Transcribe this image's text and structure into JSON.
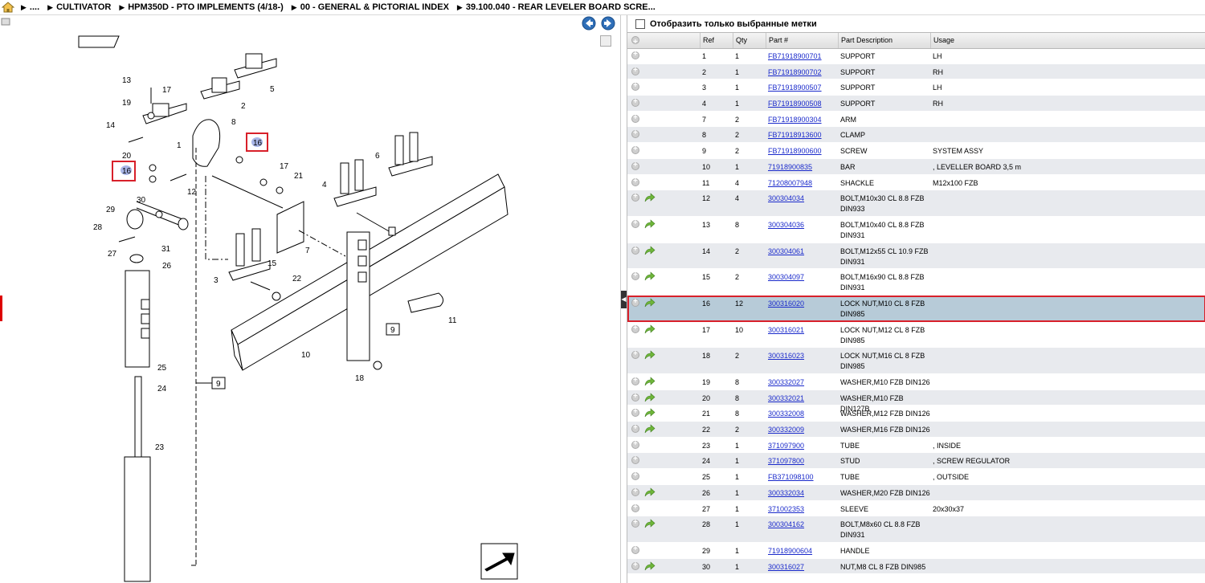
{
  "breadcrumb": {
    "items": [
      "....",
      "CULTIVATOR",
      "HPM350D - PTO IMPLEMENTS (4/18-)",
      "00 - GENERAL & PICTORIAL INDEX",
      "39.100.040 - REAR LEVELER BOARD SCRE..."
    ]
  },
  "filter": {
    "label": "Отобразить только выбранные метки"
  },
  "table": {
    "headers": {
      "ref": "Ref",
      "qty": "Qty",
      "part": "Part #",
      "desc": "Part Description",
      "usage": "Usage"
    },
    "rows": [
      {
        "ref": "1",
        "qty": "1",
        "part": "FB71918900701",
        "desc": "SUPPORT",
        "usage": "LH",
        "arrow": false
      },
      {
        "ref": "2",
        "qty": "1",
        "part": "FB71918900702",
        "desc": "SUPPORT",
        "usage": "RH",
        "arrow": false
      },
      {
        "ref": "3",
        "qty": "1",
        "part": "FB71918900507",
        "desc": "SUPPORT",
        "usage": "LH",
        "arrow": false
      },
      {
        "ref": "4",
        "qty": "1",
        "part": "FB71918900508",
        "desc": "SUPPORT",
        "usage": "RH",
        "arrow": false
      },
      {
        "ref": "7",
        "qty": "2",
        "part": "FB71918900304",
        "desc": "ARM",
        "usage": "",
        "arrow": false
      },
      {
        "ref": "8",
        "qty": "2",
        "part": "FB71918913600",
        "desc": "CLAMP",
        "usage": "",
        "arrow": false
      },
      {
        "ref": "9",
        "qty": "2",
        "part": "FB71918900600",
        "desc": "SCREW",
        "usage": "SYSTEM ASSY",
        "arrow": false
      },
      {
        "ref": "10",
        "qty": "1",
        "part": "71918900835",
        "desc": "BAR",
        "usage": ", LEVELLER BOARD 3,5 m",
        "arrow": false
      },
      {
        "ref": "11",
        "qty": "4",
        "part": "71208007948",
        "desc": "SHACKLE",
        "usage": "M12x100 FZB",
        "arrow": false
      },
      {
        "ref": "12",
        "qty": "4",
        "part": "300304034",
        "desc": "BOLT,M10x30 CL 8.8 FZB DIN933",
        "usage": "",
        "arrow": true
      },
      {
        "ref": "13",
        "qty": "8",
        "part": "300304036",
        "desc": "BOLT,M10x40 CL 8.8 FZB DIN931",
        "usage": "",
        "arrow": true
      },
      {
        "ref": "14",
        "qty": "2",
        "part": "300304061",
        "desc": "BOLT,M12x55 CL 10.9 FZB DIN931",
        "usage": "",
        "arrow": true
      },
      {
        "ref": "15",
        "qty": "2",
        "part": "300304097",
        "desc": "BOLT,M16x90 CL 8.8 FZB DIN931",
        "usage": "",
        "arrow": true
      },
      {
        "ref": "16",
        "qty": "12",
        "part": "300316020",
        "desc": "LOCK NUT,M10 CL 8 FZB DIN985",
        "usage": "",
        "arrow": true,
        "selected": true
      },
      {
        "ref": "17",
        "qty": "10",
        "part": "300316021",
        "desc": "LOCK NUT,M12 CL 8 FZB DIN985",
        "usage": "",
        "arrow": true
      },
      {
        "ref": "18",
        "qty": "2",
        "part": "300316023",
        "desc": "LOCK NUT,M16 CL 8 FZB DIN985",
        "usage": "",
        "arrow": true
      },
      {
        "ref": "19",
        "qty": "8",
        "part": "300332027",
        "desc": "WASHER,M10 FZB DIN126",
        "usage": "",
        "arrow": true
      },
      {
        "ref": "20",
        "qty": "8",
        "part": "300332021",
        "desc": "WASHER,M10 FZB DIN127B",
        "usage": "",
        "arrow": true
      },
      {
        "ref": "21",
        "qty": "8",
        "part": "300332008",
        "desc": "WASHER,M12 FZB DIN126",
        "usage": "",
        "arrow": true
      },
      {
        "ref": "22",
        "qty": "2",
        "part": "300332009",
        "desc": "WASHER,M16 FZB DIN126",
        "usage": "",
        "arrow": true
      },
      {
        "ref": "23",
        "qty": "1",
        "part": "371097900",
        "desc": "TUBE",
        "usage": ", INSIDE",
        "arrow": false
      },
      {
        "ref": "24",
        "qty": "1",
        "part": "371097800",
        "desc": "STUD",
        "usage": ", SCREW REGULATOR",
        "arrow": false
      },
      {
        "ref": "25",
        "qty": "1",
        "part": "FB371098100",
        "desc": "TUBE",
        "usage": ", OUTSIDE",
        "arrow": false
      },
      {
        "ref": "26",
        "qty": "1",
        "part": "300332034",
        "desc": "WASHER,M20 FZB DIN126",
        "usage": "",
        "arrow": true
      },
      {
        "ref": "27",
        "qty": "1",
        "part": "371002353",
        "desc": "SLEEVE",
        "usage": "20x30x37",
        "arrow": false
      },
      {
        "ref": "28",
        "qty": "1",
        "part": "300304162",
        "desc": "BOLT,M8x60 CL 8.8 FZB DIN931",
        "usage": "",
        "arrow": true
      },
      {
        "ref": "29",
        "qty": "1",
        "part": "71918900604",
        "desc": "HANDLE",
        "usage": "",
        "arrow": false
      },
      {
        "ref": "30",
        "qty": "1",
        "part": "300316027",
        "desc": "NUT,M8 CL 8 FZB DIN985",
        "usage": "",
        "arrow": true
      }
    ]
  },
  "diagram": {
    "callouts": [
      "1",
      "2",
      "3",
      "4",
      "5",
      "6",
      "7",
      "8",
      "9",
      "10",
      "11",
      "12",
      "13",
      "14",
      "15",
      "16",
      "17",
      "18",
      "19",
      "20",
      "21",
      "22",
      "23",
      "24",
      "25",
      "26",
      "27",
      "28",
      "29",
      "30",
      "31"
    ],
    "highlight_label": "16",
    "boxed_label": "9"
  },
  "colors": {
    "link": "#1a2acb",
    "selected_row": "#b7cbd8",
    "highlight_border": "#d8202a",
    "alt_row": "#e8eaee",
    "green_arrow": "#6fb63a"
  },
  "icons": [
    "home-icon",
    "nav-back-icon",
    "nav-forward-icon",
    "green-arrow-icon",
    "expand-icon",
    "page-navigate-icon"
  ]
}
